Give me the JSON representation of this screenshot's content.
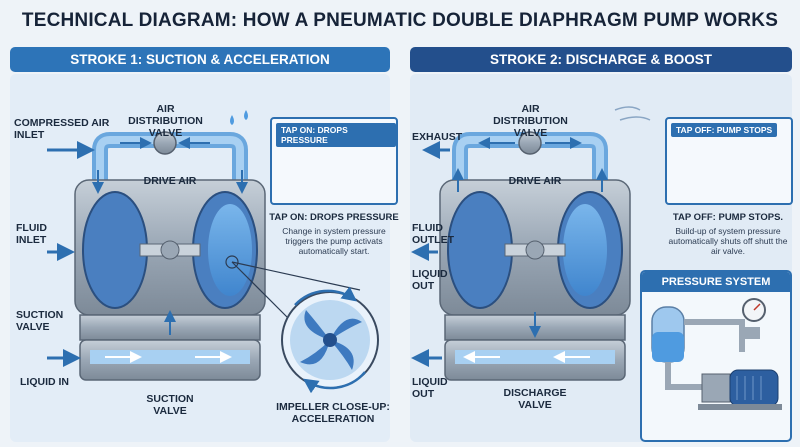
{
  "title": "TECHNICAL DIAGRAM: HOW A PNEUMATIC DOUBLE DIAPHRAGM PUMP WORKS",
  "stroke1": {
    "banner": "STROKE 1: SUCTION & ACCELERATION",
    "compressed_air_inlet": "COMPRESSED AIR INLET",
    "air_distribution_valve": "AIR DISTRIBUTION VALVE",
    "drive_air": "DRIVE AIR",
    "fluid_inlet": "FLUID INLET",
    "suction_valve_left": "SUCTION VALVE",
    "liquid_in": "LIQUID IN",
    "suction_valve_bottom": "SUCTION VALVE",
    "impeller_closeup": "IMPELLER CLOSE-UP: ACCELERATION",
    "tap_tag": "TAP ON: DROPS PRESSURE",
    "tap_heading": "TAP ON: DROPS PRESSURE",
    "tap_text": "Change in system pressure triggers the pump activats automatically start."
  },
  "stroke2": {
    "banner": "STROKE 2: DISCHARGE & BOOST",
    "exhaust": "EXHAUST",
    "air_distribution_valve": "AIR DISTRIBUTION VALVE",
    "drive_air": "DRIVE AIR",
    "fluid_outlet": "FLUID OUTLET",
    "liquid_out_1": "LIQUID OUT",
    "liquid_out_2": "LIQUID OUT",
    "discharge_valve": "DISCHARGE VALVE",
    "tap_tag": "TAP OFF: PUMP STOPS",
    "tap_heading": "TAP OFF: PUMP STOPS.",
    "tap_text": "Build-up of system pressure automatically shuts off shutt the air valve."
  },
  "pressure_system": {
    "title": "PRESSURE SYSTEM"
  },
  "colors": {
    "banner1": "#2d74b8",
    "banner2": "#234f8c",
    "water": "#4f9be0",
    "metal": "#9aa7b5",
    "arrow": "#2d6fb0"
  }
}
